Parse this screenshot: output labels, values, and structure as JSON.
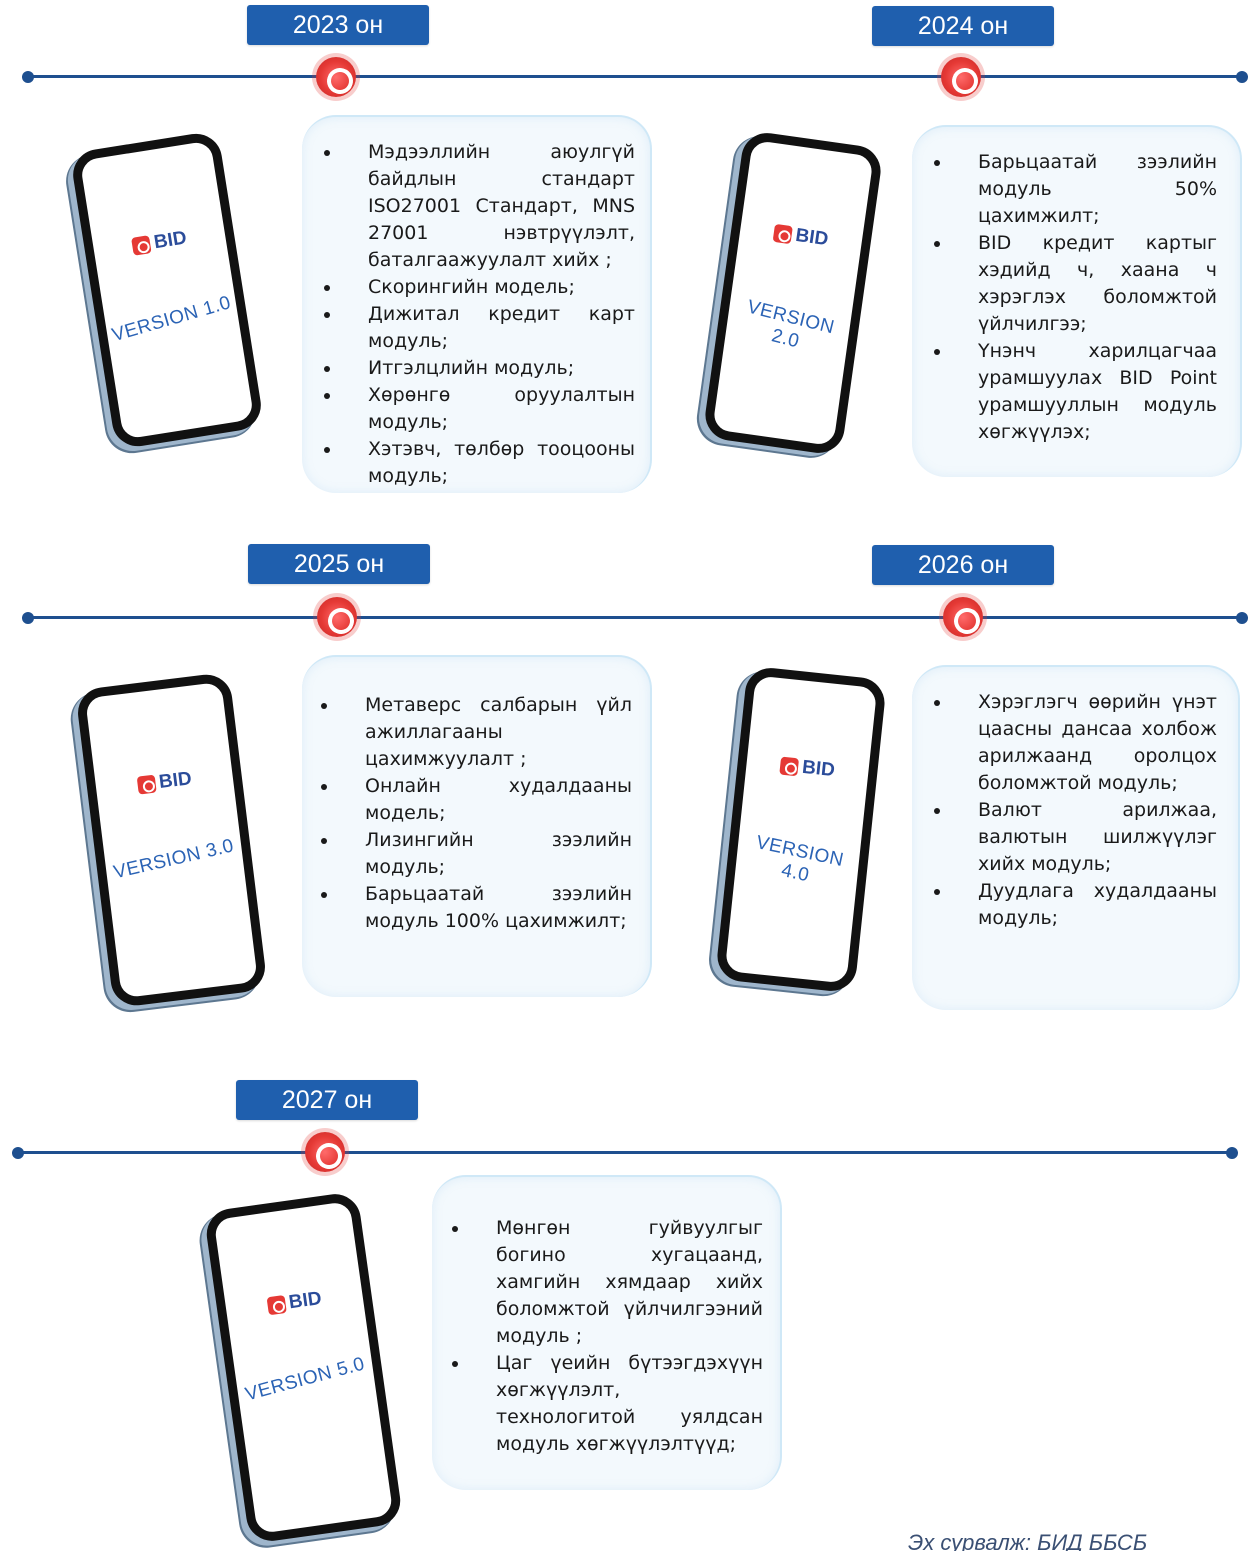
{
  "brand": {
    "logo_text": "BID",
    "accent_color": "#1f5fae",
    "marker_color": "#e53935"
  },
  "timeline": [
    {
      "year": "2023 он",
      "version": "VERSION 1.0",
      "items": [
        "Мэдээллийн аюулгүй байдлын стандарт ISO27001 Стандарт, MNS 27001 нэвтрүүлэлт, баталгаажуулалт хийх ;",
        "Скорингийн модель;",
        "Дижитал кредит карт модуль;",
        "Итгэлцлийн модуль;",
        "Хөрөнгө оруулалтын модуль;",
        "Хэтэвч, төлбөр тооцооны модуль;"
      ]
    },
    {
      "year": "2024 он",
      "version": "VERSION 2.0",
      "items": [
        "Барьцаатай зээлийн модуль 50% цахимжилт;",
        "BID кредит картыг хэдийд ч, хаана ч хэрэглэх боломжтой үйлчилгээ;",
        "Үнэнч харилцагчаа урамшуулах BID Point урамшууллын модуль хөгжүүлэх;"
      ]
    },
    {
      "year": "2025 он",
      "version": "VERSION 3.0",
      "items": [
        "Метаверс салбарын үйл ажиллагааны цахимжуулалт ;",
        "Онлайн худалдааны модель;",
        "Лизингийн зээлийн модуль;",
        "Барьцаатай зээлийн модуль 100% цахимжилт;"
      ]
    },
    {
      "year": "2026 он",
      "version": "VERSION 4.0",
      "items": [
        "Хэрэглэгч өөрийн үнэт цаасны дансаа холбож арилжаанд оролцох боломжтой модуль;",
        "Валют арилжаа, валютын шилжүүлэг хийх модуль;",
        "Дуудлага худалдааны модуль;"
      ]
    },
    {
      "year": "2027 он",
      "version": "VERSION 5.0",
      "items": [
        "Мөнгөн гуйвуулгыг богино хугацаанд, хамгийн хямдаар хийх боломжтой үйлчилгээний модуль ;",
        "Цаг үеийн бүтээгдэхүүн хөгжүүлэлт, технологитой уялдсан модуль хөгжүүлэлтүүд;"
      ]
    }
  ],
  "source_note": "Эх сурвалж: БИД ББСБ"
}
